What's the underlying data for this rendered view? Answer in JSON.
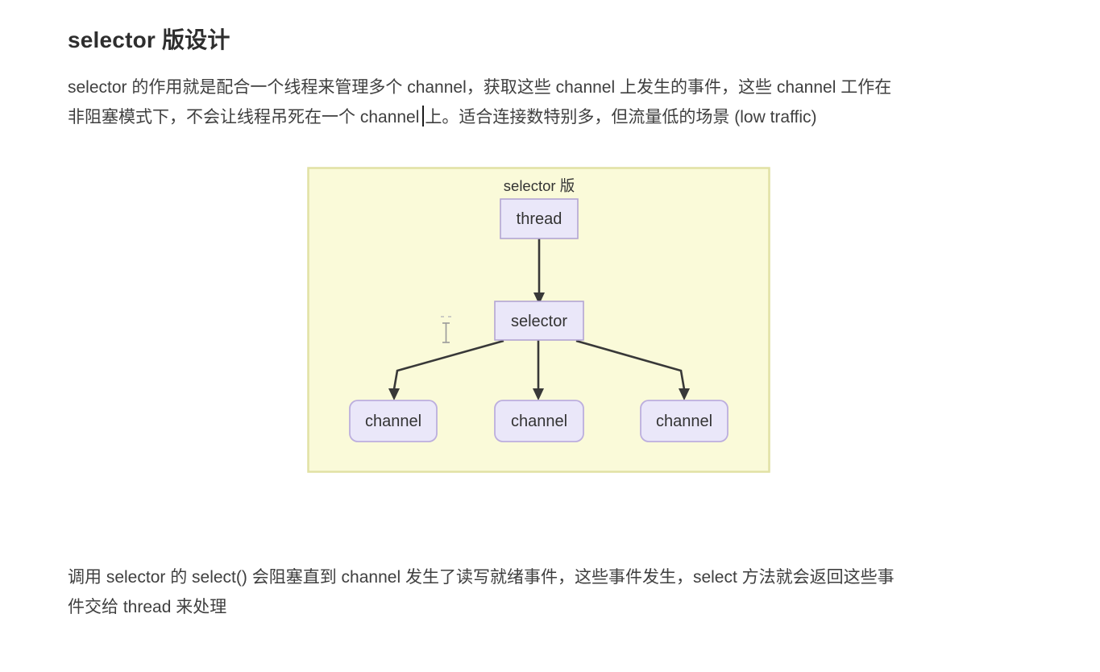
{
  "page": {
    "heading": "selector 版设计",
    "paragraph1": {
      "line1": "selector 的作用就是配合一个线程来管理多个 channel，获取这些 channel 上发生的事件，这些 channel 工作在",
      "line2_before_caret": "非阻塞模式下，不会让线程吊死在一个 channel",
      "line2_after_caret": "上。适合连接数特别多，但流量低的场景 (low traffic)"
    },
    "paragraph2": {
      "line1": "调用 selector 的 select() 会阻塞直到 channel 发生了读写就绪事件，这些事件发生，select 方法就会返回这些事",
      "line2": "件交给 thread 来处理"
    },
    "diagram": {
      "title": "selector 版",
      "nodes": {
        "thread": "thread",
        "selector": "selector",
        "channels": [
          "channel",
          "channel",
          "channel"
        ]
      },
      "colors": {
        "panel_background": "#fafad9",
        "panel_border": "#e1e1a4",
        "node_fill": "#eae7f9",
        "node_border": "#b3a6d3",
        "arrow": "#383838",
        "text": "#333333"
      }
    }
  }
}
